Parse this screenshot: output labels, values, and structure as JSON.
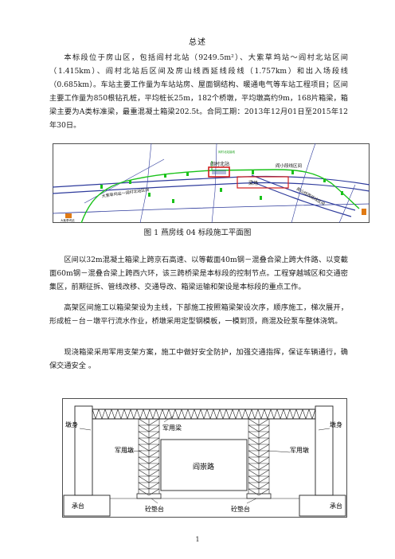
{
  "doc": {
    "title": "总述",
    "para1": "本标段位于房山区，包括阎村北站（9249.5m²）、大紫草坞站～阎村北站区间（1.415km）、阎村北站后区间及房山线西延线段线（1.757km）和出入场段线（0.685km）。车站主要工作量为车站站房、屋面钢结构、暖通电气等车站工程项目；区间主要工作量为850根钻孔桩，平均桩长25m，182个桥墩，平均墩高约9m，168片箱梁，箱梁主要为A类标准梁，最重混凝土箱梁202.5t。合同工期：2013年12月01日至2015年12年30日。",
    "para2": "区间以32m混凝土箱梁上跨京石高速、以等截面40m钢－混叠合梁上跨大件路、以变截面60m钢－混叠合梁上跨西六环，该三跨桥梁是本标段的控制节点。工程穿越城区和交通密集区，前期征拆、管线改移、交通导改、箱梁运输和架设是本标段的重点工作。",
    "para3": "高架区间施工以箱梁架设为主线，下部施工按照箱梁架设次序，顺序施工，梯次展开，形成桩－台－墩平行流水作业，桥墩采用定型钢模板，一模到顶，商混及砼泵车整体浇筑。",
    "para4": "现浇箱梁采用军用支架方案，施工中做好安全防护，加强交通指挥，保证车辆通行，确保交通安全 。",
    "page_number": "1"
  },
  "figure1": {
    "caption": "图 1   燕房线 04 标段施工平面图",
    "labels": {
      "station": "阎村北站",
      "interval_east": "阎小段线区间",
      "interval_west": "大紫草坞站～阎村北站区间",
      "beam_yard": "梁场",
      "west_extension": "房山线西延线区间",
      "top_small": "阎村北站接线",
      "left_small": "大紫草坞站"
    }
  },
  "figure2": {
    "labels": {
      "pier_left": "墩身",
      "pier_right": "墩身",
      "beam": "军用梁",
      "tower_left": "军用墩",
      "tower_right": "军用墩",
      "road": "阎崇路",
      "cap_left": "承台",
      "cap_right": "承台",
      "pad_left": "砼垫台",
      "pad_right": "砼垫台"
    }
  },
  "colors": {
    "route_green": "#19c219",
    "road_blue": "#2e3b9c",
    "station_red": "#d11f1f",
    "accent_orange": "#e07a14"
  }
}
